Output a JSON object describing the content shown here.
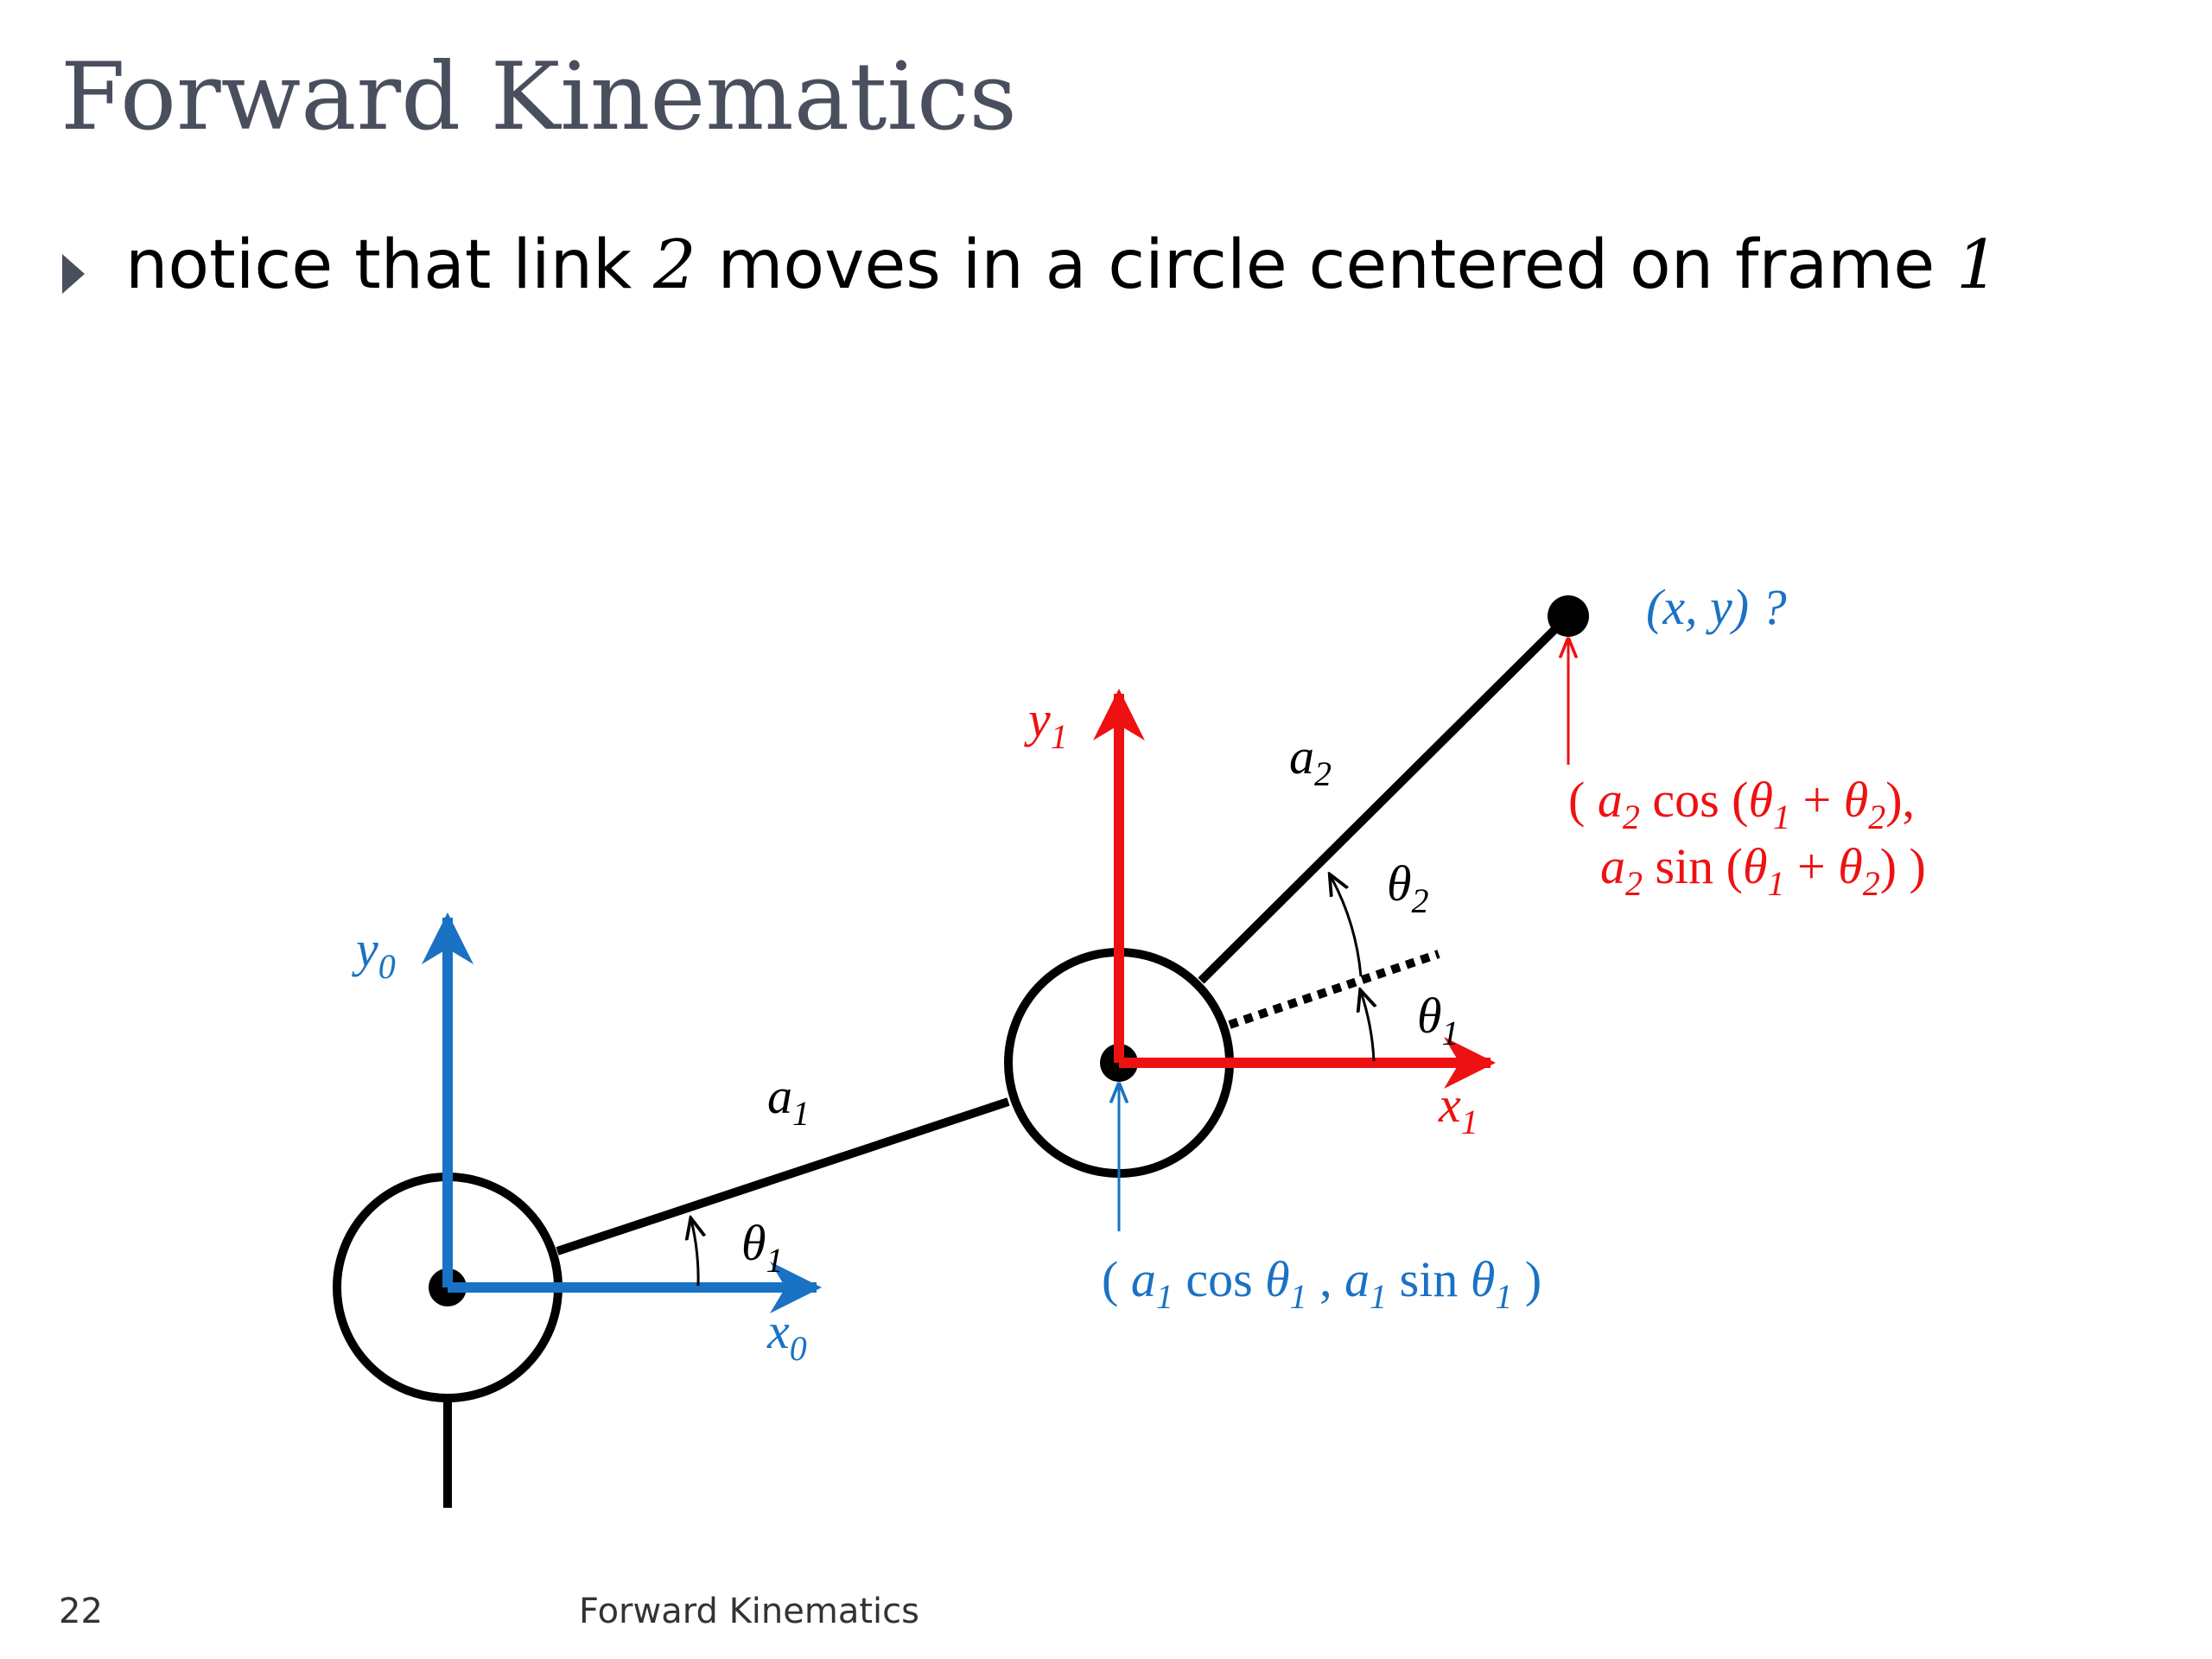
{
  "slide": {
    "title": "Forward Kinematics",
    "bullet": {
      "part1": "notice that link ",
      "link_number": "2",
      "part2": " moves in a circle centered on frame ",
      "frame_number": "1"
    },
    "footer": {
      "page_number": "22",
      "title": "Forward Kinematics"
    }
  },
  "diagram": {
    "colors": {
      "frame0": "#1a72c4",
      "frame1": "#ee1111",
      "link": "#000000",
      "accent_title": "#4a4f5e"
    },
    "labels": {
      "y0": "y",
      "y0_sub": "0",
      "x0": "x",
      "x0_sub": "0",
      "y1": "y",
      "y1_sub": "1",
      "x1": "x",
      "x1_sub": "1",
      "a1": "a",
      "a1_sub": "1",
      "a2": "a",
      "a2_sub": "2",
      "theta1_base": "θ",
      "theta1_base_sub": "1",
      "theta1_joint": "θ",
      "theta1_joint_sub": "1",
      "theta2": "θ",
      "theta2_sub": "2"
    },
    "end_effector_question": "(x, y) ?",
    "joint1_position": {
      "open": "( ",
      "a": "a",
      "a_sub": "1",
      "cos": " cos ",
      "theta": "θ",
      "theta_sub": "1",
      "sep": " , ",
      "a2": "a",
      "a2_sub": "1",
      "sin": " sin ",
      "theta2": "θ",
      "theta2_sub": "1",
      "close": " )"
    },
    "link2_position": {
      "line1": {
        "open": "( ",
        "a": "a",
        "a_sub": "2",
        "cos": " cos (",
        "t1": "θ",
        "t1_sub": "1",
        "plus": " + ",
        "t2": "θ",
        "t2_sub": "2",
        "close": "),"
      },
      "line2": {
        "a": "a",
        "a_sub": "2",
        "sin": " sin (",
        "t1": "θ",
        "t1_sub": "1",
        "plus": " + ",
        "t2": "θ",
        "t2_sub": "2",
        "close": ") )"
      }
    }
  }
}
